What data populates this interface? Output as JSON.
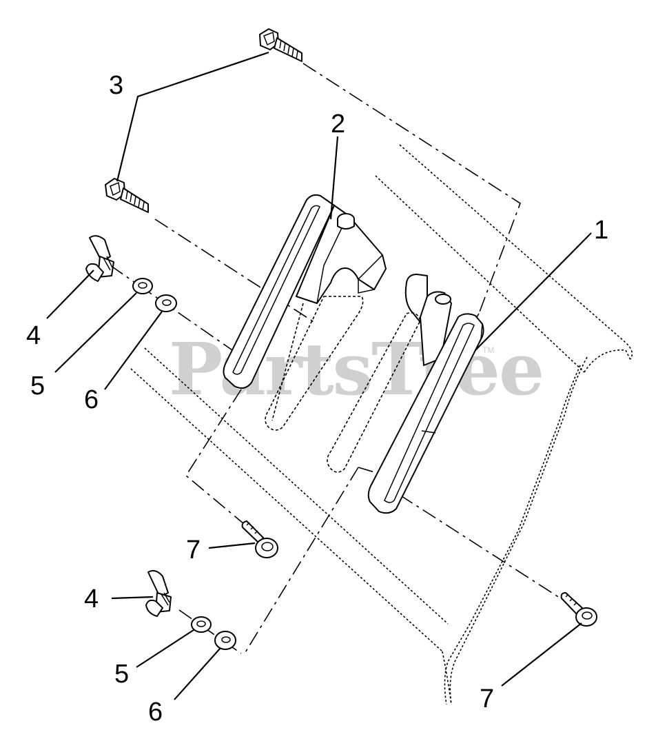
{
  "watermark": {
    "text": "PartsTree",
    "tm": "TM"
  },
  "callouts": {
    "c1": "1",
    "c2": "2",
    "c3": "3",
    "c4_upper": "4",
    "c5_upper": "5",
    "c6_upper": "6",
    "c7_upper": "7",
    "c4_lower": "4",
    "c5_lower": "5",
    "c6_lower": "6",
    "c7_lower": "7"
  }
}
